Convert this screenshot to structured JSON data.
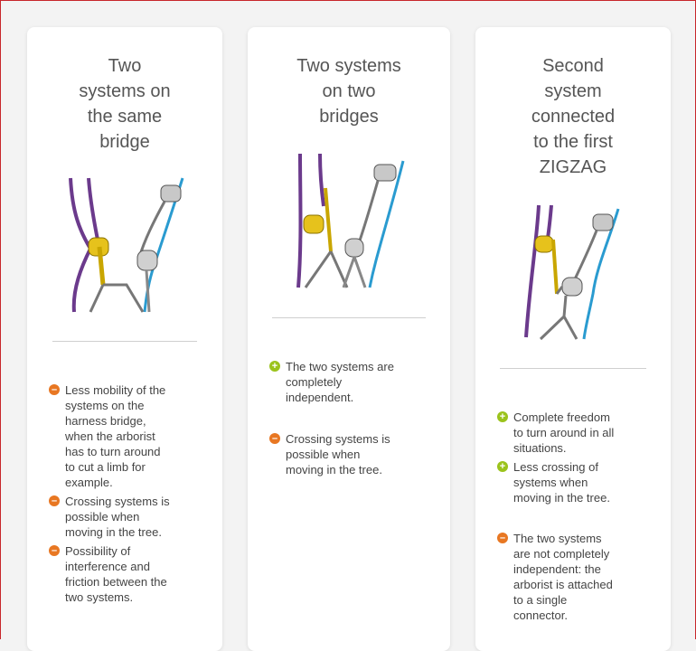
{
  "colors": {
    "minus": "#e87722",
    "plus": "#9bc31c",
    "frame": "#c8262b"
  },
  "cards": [
    {
      "title_lines": [
        "Two",
        "systems on",
        "the same",
        "bridge"
      ],
      "items": [
        {
          "type": "minus",
          "lines": [
            "Less mobility of the",
            "systems on the",
            "harness bridge,",
            "when the arborist",
            "has to turn around",
            "to cut a limb for",
            "example."
          ]
        },
        {
          "type": "minus",
          "lines": [
            "Crossing systems is",
            "possible when",
            "moving in the tree."
          ]
        },
        {
          "type": "minus",
          "lines": [
            "Possibility of",
            "interference and",
            "friction between the",
            "two systems."
          ]
        }
      ]
    },
    {
      "title_lines": [
        "Two systems",
        "on two",
        "bridges"
      ],
      "items": [
        {
          "type": "plus",
          "lines": [
            "The two systems are",
            "completely",
            "independent."
          ]
        },
        {
          "type": "minus",
          "lines": [
            "Crossing systems is",
            "possible when",
            "moving in the tree."
          ]
        }
      ]
    },
    {
      "title_lines": [
        "Second",
        "system",
        "connected",
        "to the first",
        "ZIGZAG"
      ],
      "items": [
        {
          "type": "plus",
          "lines": [
            "Complete freedom",
            "to turn around in all",
            "situations."
          ]
        },
        {
          "type": "plus",
          "lines": [
            "Less crossing of",
            "systems when",
            "moving in the tree."
          ]
        },
        {
          "type": "minus",
          "lines": [
            "The two systems",
            "are not completely",
            "independent: the",
            "arborist is attached",
            "to a single",
            "connector."
          ]
        }
      ]
    }
  ]
}
